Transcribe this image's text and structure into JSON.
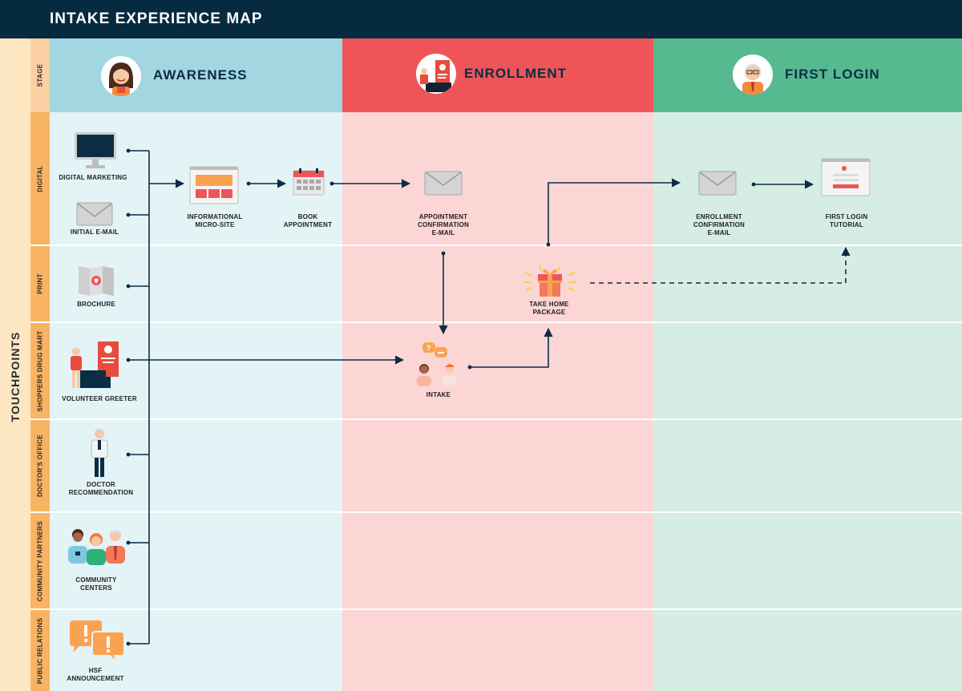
{
  "header": {
    "title": "INTAKE EXPERIENCE MAP"
  },
  "sidebar": {
    "label": "TOUCHPOINTS"
  },
  "rows": {
    "stage": "STAGE",
    "digital": "DIGITAL",
    "print": "PRINT",
    "shoppers": "SHOPPERS DRUG MART",
    "doctors": "DOCTOR'S OFFICE",
    "community": "COMMUNITY PARTNERS",
    "pr": "PUBLIC RELATIONS"
  },
  "stages": {
    "awareness": "AWARENESS",
    "enrollment": "ENROLLMENT",
    "first_login": "FIRST LOGIN"
  },
  "nodes": {
    "digital_marketing": "DIGITAL MARKETING",
    "initial_email": "INITIAL E-MAIL",
    "micro_site": "INFORMATIONAL\nMICRO-SITE",
    "book_appointment": "BOOK\nAPPOINTMENT",
    "appointment_email": "APPOINTMENT\nCONFIRMATION\nE-MAIL",
    "enrollment_email": "ENROLLMENT\nCONFIRMATION\nE-MAIL",
    "first_login_tutorial": "FIRST LOGIN\nTUTORIAL",
    "brochure": "BROCHURE",
    "take_home": "TAKE HOME\nPACKAGE",
    "volunteer": "VOLUNTEER GREETER",
    "intake": "INTAKE",
    "doctor": "DOCTOR\nRECOMMENDATION",
    "community_centers": "COMMUNITY\nCENTERS",
    "hsf": "HSF\nANNOUNCEMENT"
  },
  "colors": {
    "header": "#062a40",
    "awareness_stage": "#a2d6e1",
    "awareness_body": "#e3f3f6",
    "enrollment_stage": "#ef5558",
    "enrollment_body": "#fcd5d5",
    "login_stage": "#57b98f",
    "login_body": "#d5ede3",
    "row_tab": "#f9b463",
    "side": "#fde7c3",
    "line": "#0b2d44"
  },
  "icons": {
    "awareness_avatar": "woman-avatar-icon",
    "enrollment_avatar": "volunteer-banner-avatar-icon",
    "login_avatar": "older-man-avatar-icon"
  }
}
